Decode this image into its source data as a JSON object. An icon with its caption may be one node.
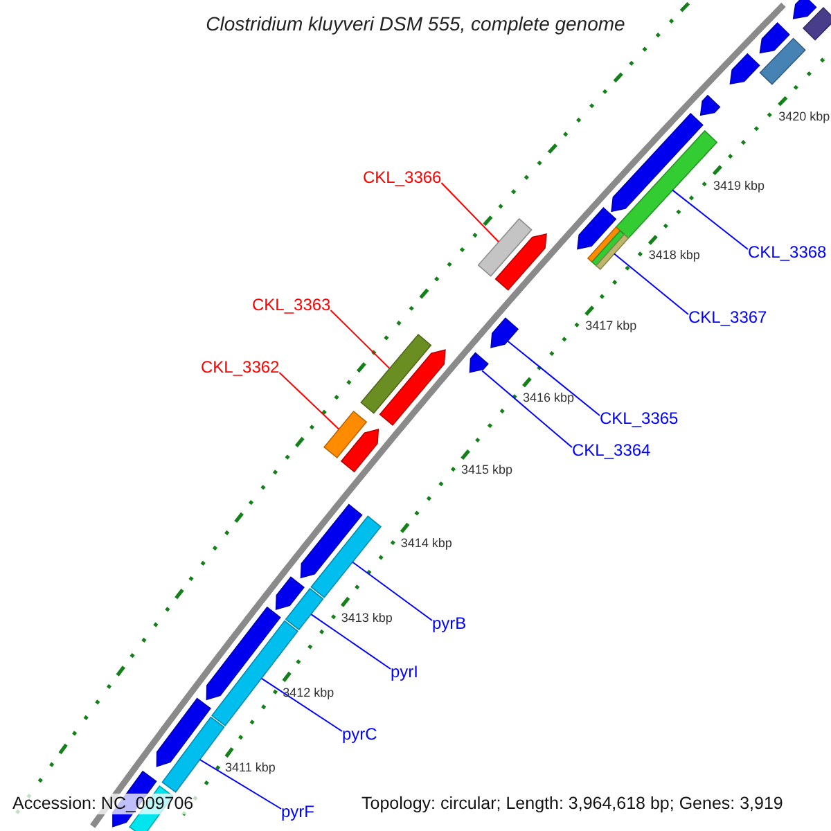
{
  "diagram": {
    "title": "Clostridium kluyveri DSM 555, complete genome",
    "nodes": [
      {
        "text": [
          "CKL_3366"
        ]
      },
      {
        "text": [],
        "shape": "bar"
      },
      {
        "text": [
          "CKL_3368"
        ]
      },
      {
        "text": [],
        "shape": "bar"
      },
      {
        "text": [
          "CKL_3363"
        ]
      },
      {
        "text": [],
        "shape": "bar"
      },
      {
        "text": [
          "CKL_3367"
        ]
      },
      {
        "text": [],
        "shape": "bar"
      },
      {
        "text": [
          "CKL_3362"
        ]
      },
      {
        "text": [],
        "shape": "bar"
      },
      {
        "text": [
          "CKL_3365"
        ]
      },
      {
        "text": [],
        "shape": "arrow"
      },
      {
        "text": [
          "CKL_3364"
        ]
      },
      {
        "text": [],
        "shape": "arrow"
      },
      {
        "text": [
          "pyrB"
        ]
      },
      {
        "text": [],
        "shape": "bar"
      },
      {
        "text": [
          "pyrI"
        ]
      },
      {
        "text": [],
        "shape": "bar"
      },
      {
        "text": [
          "pyrC"
        ]
      },
      {
        "text": [],
        "shape": "bar"
      },
      {
        "text": [
          "pyrF"
        ]
      },
      {
        "text": [],
        "shape": "bar"
      },
      {
        "text": [],
        "shape": "bar"
      },
      {
        "text": [],
        "shape": "arrow"
      },
      {
        "text": [],
        "shape": "arrow"
      },
      {
        "text": [],
        "shape": "bar"
      },
      {
        "text": [],
        "shape": "arrow"
      },
      {
        "text": [],
        "shape": "arrow"
      },
      {
        "text": [],
        "shape": "arrow"
      },
      {
        "text": [],
        "shape": "arrow"
      },
      {
        "text": [],
        "shape": "arrow"
      },
      {
        "text": [],
        "shape": "arrow"
      },
      {
        "text": [],
        "shape": "arrow"
      },
      {
        "text": [],
        "shape": "arrow"
      },
      {
        "text": [],
        "shape": "arrow"
      },
      {
        "text": [],
        "shape": "arrow"
      },
      {
        "text": [],
        "shape": "arrow"
      },
      {
        "text": [],
        "shape": "arrow"
      },
      {
        "text": [],
        "shape": "bar"
      }
    ],
    "edges": [
      {
        "from": 0,
        "to": 1,
        "arrow": "none",
        "color": "#ff0000"
      },
      {
        "from": 2,
        "to": 3,
        "arrow": "none"
      },
      {
        "from": 4,
        "to": 5,
        "arrow": "none",
        "color": "#ff0000"
      },
      {
        "from": 6,
        "to": 7,
        "arrow": "none"
      },
      {
        "from": 8,
        "to": 9,
        "arrow": "none",
        "color": "#ff0000"
      },
      {
        "from": 10,
        "to": 11,
        "arrow": "none"
      },
      {
        "from": 12,
        "to": 13,
        "arrow": "none"
      },
      {
        "from": 14,
        "to": 15,
        "arrow": "none"
      },
      {
        "from": 16,
        "to": 17,
        "arrow": "none"
      },
      {
        "from": 18,
        "to": 19,
        "arrow": "none"
      },
      {
        "from": 20,
        "to": 21,
        "arrow": "none"
      }
    ],
    "labels": [
      "3420 kbp",
      "3419 kbp",
      "3418 kbp",
      "3417 kbp",
      "3416 kbp",
      "3415 kbp",
      "3414 kbp",
      "3413 kbp",
      "3412 kbp",
      "3411 kbp",
      "Accession: NC_009706",
      "Topology: circular; Length: 3,964,618 bp; Genes: 3,919"
    ]
  }
}
